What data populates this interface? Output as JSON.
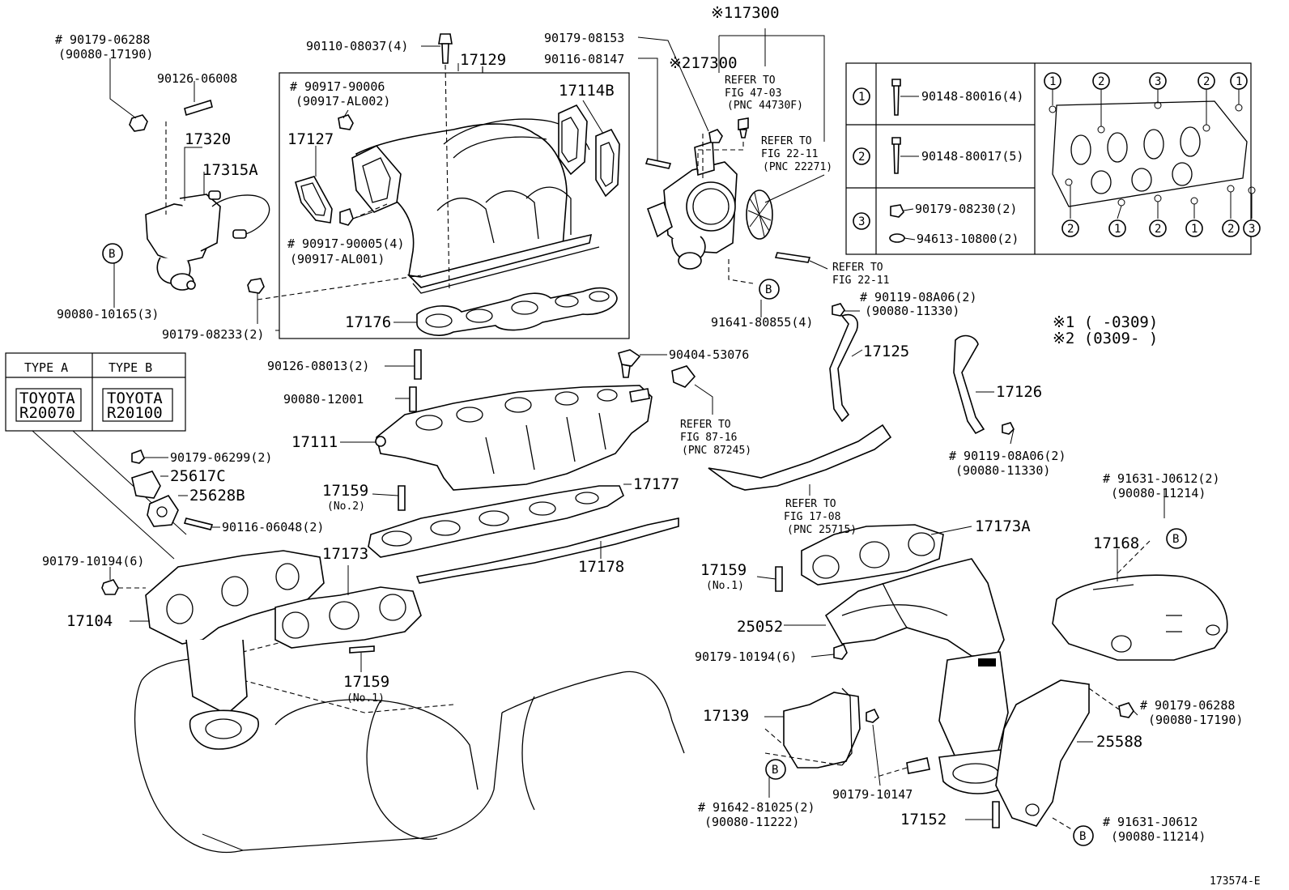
{
  "labels": {
    "p90179_06288_a": "# 90179-06288",
    "p90080_17190_a": "(90080-17190)",
    "p90126_06008": "90126-06008",
    "p17320": "17320",
    "p17315A": "17315A",
    "p90080_10165": "90080-10165(3)",
    "p90110_08037": "90110-08037(4)",
    "p17129": "17129",
    "p90917_90006": "# 90917-90006",
    "p90917_AL002": "(90917-AL002)",
    "p17114B": "17114B",
    "p17127": "17127",
    "p90917_90005": "# 90917-90005(4)",
    "p90917_AL001": "(90917-AL001)",
    "p90179_08233": "90179-08233(2)",
    "p17176": "17176",
    "p90179_08153": "90179-08153",
    "p90116_08147": "90116-08147",
    "p117300": "※117300",
    "p217300": "※217300",
    "ref_47_03_a": "REFER TO",
    "ref_47_03_b": "FIG 47-03",
    "ref_47_03_c": "(PNC 44730F)",
    "ref_22_11_a": "REFER TO",
    "ref_22_11_b": "FIG 22-11",
    "ref_22_11_c": "(PNC 22271)",
    "ref_22_11b_a": "REFER TO",
    "ref_22_11b_b": "FIG 22-11",
    "p91641_80855": "91641-80855(4)",
    "p90119_08A06_a": "# 90119-08A06(2)",
    "p90080_11330_a": "(90080-11330)",
    "p17125": "17125",
    "p17126": "17126",
    "p90119_08A06_b": "# 90119-08A06(2)",
    "p90080_11330_b": "(90080-11330)",
    "note1": "※1 (      -0309)",
    "note2": "※2 (0309-      )",
    "p90148_80016": "90148-80016(4)",
    "p90148_80017": "90148-80017(5)",
    "p90179_08230": "90179-08230(2)",
    "p94613_10800": "94613-10800(2)",
    "type_a": "TYPE A",
    "type_b": "TYPE B",
    "toyota_a_1": "TOYOTA",
    "toyota_a_2": "R20070",
    "toyota_b_1": "TOYOTA",
    "toyota_b_2": "R20100",
    "p90126_08013": "90126-08013(2)",
    "p90404_53076": "90404-53076",
    "p90080_12001": "90080-12001",
    "ref_87_16_a": "REFER TO",
    "ref_87_16_b": "FIG 87-16",
    "ref_87_16_c": "(PNC 87245)",
    "p17111": "17111",
    "p90179_06299": "90179-06299(2)",
    "p25617C": "25617C",
    "p25628B": "25628B",
    "p90116_06048": "90116-06048(2)",
    "p17159_no2": "17159",
    "no2": "(No.2)",
    "p17177": "17177",
    "ref_17_08_a": "REFER TO",
    "ref_17_08_b": "FIG 17-08",
    "ref_17_08_c": "(PNC 25715)",
    "p91631_J0612_a": "# 91631-J0612(2)",
    "p90080_11214_a": "(90080-11214)",
    "p90179_10194_a": "90179-10194(6)",
    "p17173": "17173",
    "p17178": "17178",
    "p17104": "17104",
    "p17159_no1_a": "17159",
    "no1_a": "(No.1)",
    "p17173A": "17173A",
    "p17168": "17168",
    "p17159_no1_b": "17159",
    "no1_b": "(No.1)",
    "p25052": "25052",
    "p90179_10194_b": "90179-10194(6)",
    "p17139": "17139",
    "p90179_06288_b": "# 90179-06288",
    "p90080_17190_b": "(90080-17190)",
    "p25588": "25588",
    "p91642_81025": "# 91642-81025(2)",
    "p90080_11222": "(90080-11222)",
    "p90179_10147": "90179-10147",
    "p17152": "17152",
    "p91631_J0612_b": "# 91631-J0612",
    "p90080_11214_b": "(90080-11214)",
    "fig_code": "173574-E",
    "circle_b": "B",
    "n1": "1",
    "n2": "2",
    "n3": "3"
  }
}
